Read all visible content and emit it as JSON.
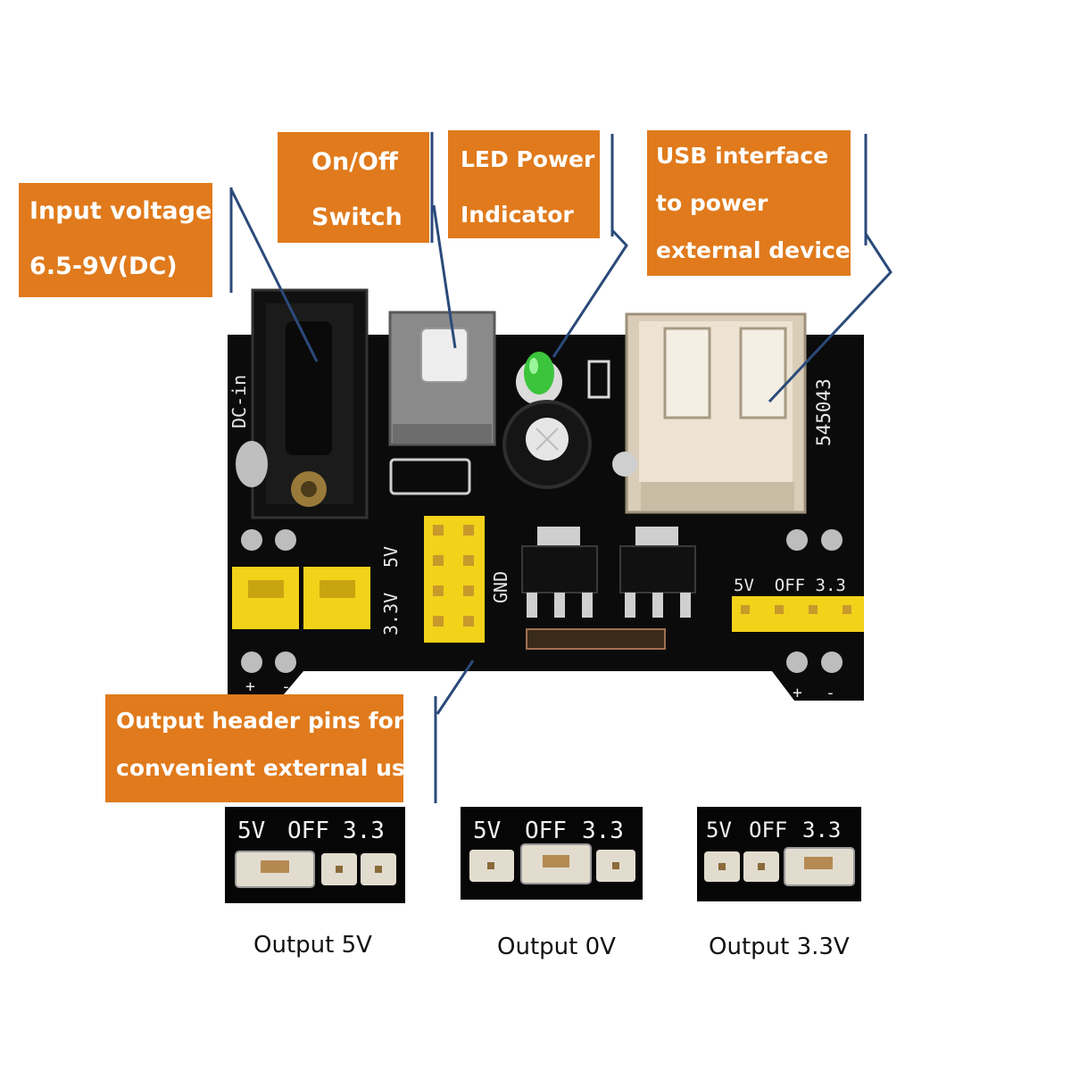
{
  "callouts": {
    "input_voltage": [
      "Input voltage:",
      "6.5-9V(DC)"
    ],
    "on_off": [
      "On/Off",
      "Switch"
    ],
    "led": [
      "LED Power",
      "Indicator"
    ],
    "usb": [
      "USB interface",
      "to power",
      "external device"
    ],
    "header": [
      "Output header pins for",
      "convenient external use"
    ]
  },
  "board_silk": {
    "dc_in": "DC-in",
    "label_5v": "5V",
    "label_33v": "3.3V",
    "gnd": "GND",
    "usb_code": "545043",
    "jumper_row": "5V  OFF 3.3",
    "plus": "+",
    "minus": "-"
  },
  "panels": [
    {
      "labels": [
        "5V",
        "OFF",
        "3.3"
      ],
      "caption": "Output 5V"
    },
    {
      "labels": [
        "5V",
        "OFF",
        "3.3"
      ],
      "caption": "Output 0V"
    },
    {
      "labels": [
        "5V",
        "OFF",
        "3.3"
      ],
      "caption": "Output 3.3V"
    }
  ],
  "colors": {
    "callout_bg": "#e07a1c",
    "pcb": "#0b0b0b",
    "jumper": "#f3d21a",
    "leader": "#2b4a7a",
    "led": "#3cc43c"
  }
}
